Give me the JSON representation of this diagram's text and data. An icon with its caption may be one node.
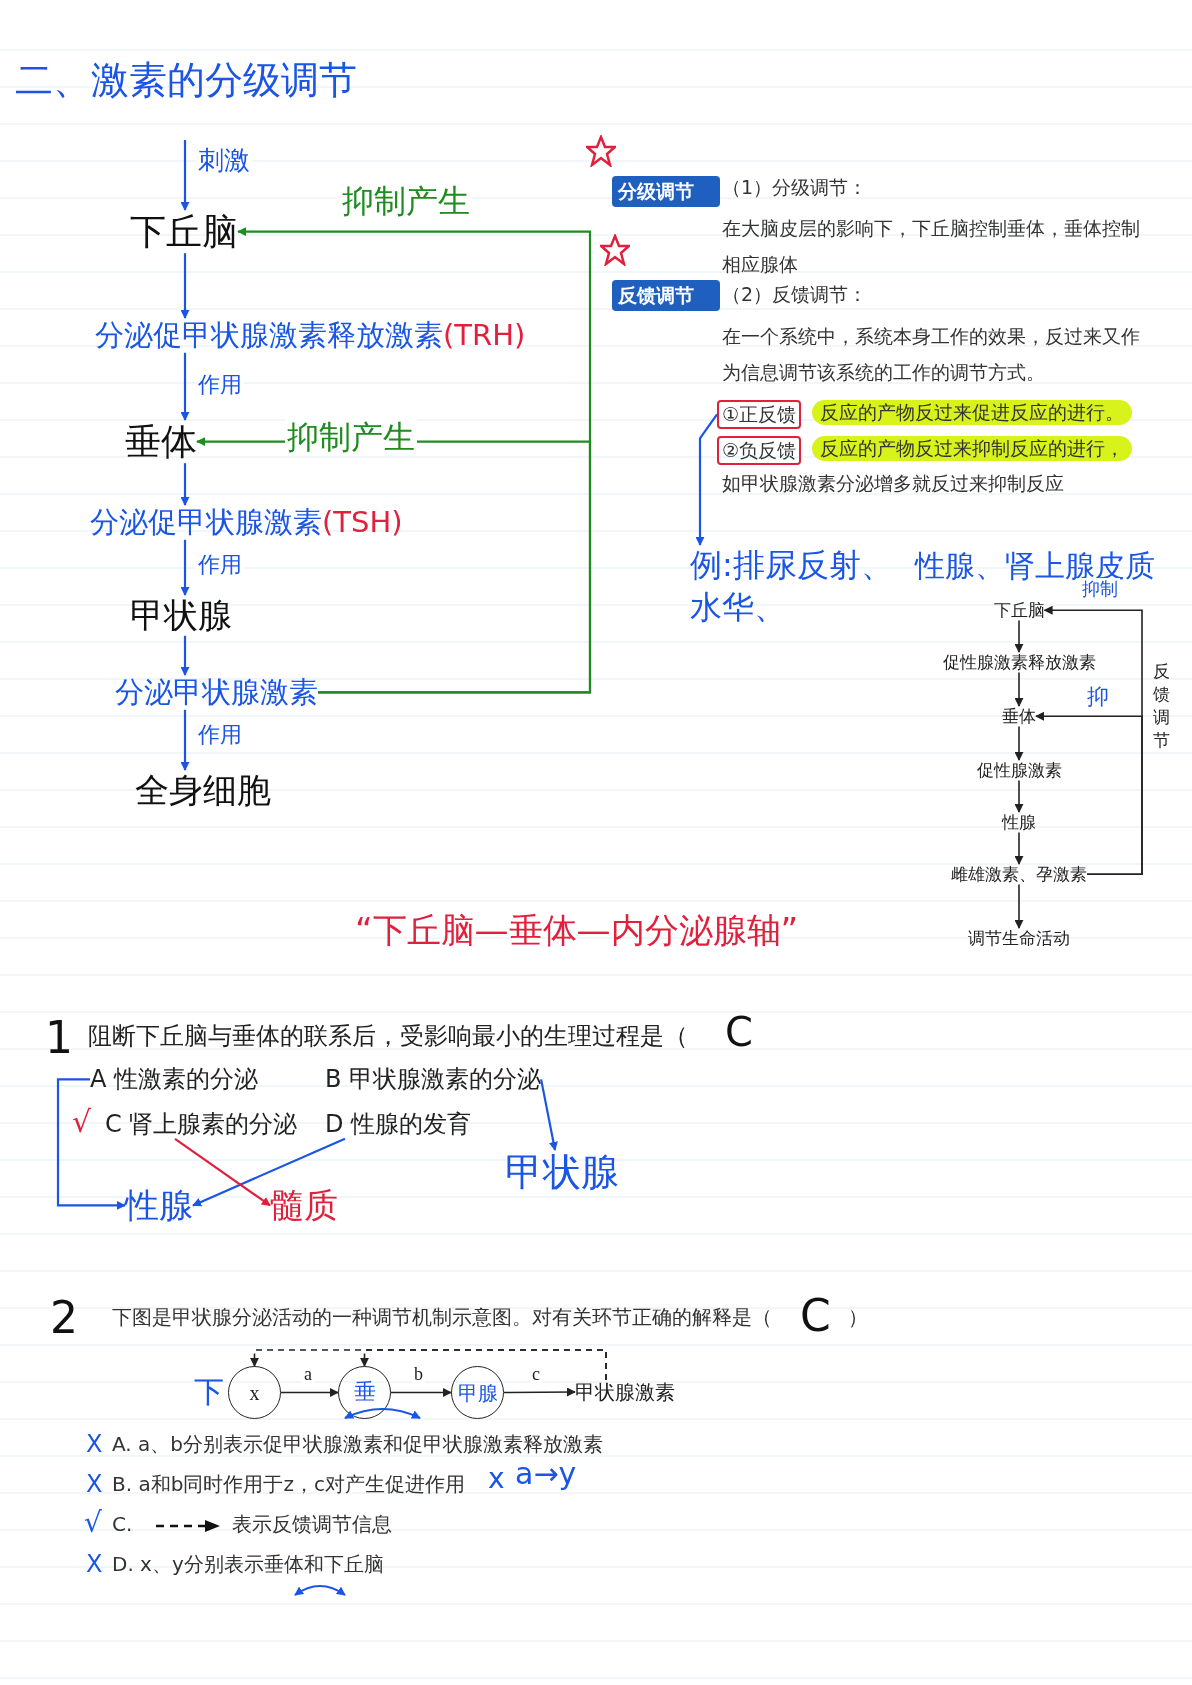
{
  "diagram": {
    "title": "二、激素的分级调节",
    "caption": "“下丘脑—垂体—内分泌腺轴”",
    "nodes": [
      {
        "text": [
          "下丘脑"
        ]
      },
      {
        "text": [
          "分泌促甲状腺激素释放激素",
          "(TRH)"
        ]
      },
      {
        "text": [
          "垂体"
        ]
      },
      {
        "text": [
          "分泌促甲状腺激素",
          "(TSH)"
        ]
      },
      {
        "text": [
          "甲状腺"
        ]
      },
      {
        "text": [
          "分泌甲状腺激素"
        ]
      },
      {
        "text": [
          "全身细胞"
        ]
      },
      {
        "text": [
          "①正反馈"
        ]
      },
      {
        "text": [
          "②负反馈"
        ]
      },
      {
        "text": [
          "例:排尿反射、水华、"
        ]
      },
      {
        "text": [
          "下丘脑"
        ]
      },
      {
        "text": [
          "促性腺激素释放激素"
        ]
      },
      {
        "text": [
          "垂体"
        ]
      },
      {
        "text": [
          "促性腺激素"
        ]
      },
      {
        "text": [
          "性腺"
        ]
      },
      {
        "text": [
          "雌雄激素、孕激素"
        ]
      },
      {
        "text": [
          "调节生命活动"
        ]
      },
      {
        "text": [
          "A 性激素的分泌"
        ]
      },
      {
        "text": [
          "B 甲状腺激素的分泌"
        ]
      },
      {
        "text": [
          "C 肾上腺素的分泌"
        ]
      },
      {
        "text": [
          "D 性腺的发育"
        ]
      },
      {
        "text": [
          "甲状腺"
        ]
      },
      {
        "text": [
          "性腺"
        ]
      },
      {
        "text": [
          "髓质"
        ]
      },
      {
        "text": [
          "x"
        ],
        "beside": [
          "下"
        ]
      },
      {
        "text": [
          "垂"
        ]
      },
      {
        "text": [
          "甲腺"
        ]
      },
      {
        "text": [
          "甲状腺激素"
        ]
      }
    ],
    "edges": [
      {
        "from": null,
        "to": 0,
        "arrow": "to",
        "label": "刺激",
        "color": "#1a55e6"
      },
      {
        "from": 0,
        "to": 1,
        "arrow": "to",
        "color": "#1a55e6"
      },
      {
        "from": 1,
        "to": 2,
        "arrow": "to",
        "label": "作用",
        "color": "#1a55e6"
      },
      {
        "from": 2,
        "to": 3,
        "arrow": "to",
        "color": "#1a55e6"
      },
      {
        "from": 3,
        "to": 4,
        "arrow": "to",
        "label": "作用",
        "color": "#1a55e6"
      },
      {
        "from": 4,
        "to": 5,
        "arrow": "to",
        "color": "#1a55e6"
      },
      {
        "from": 5,
        "to": 6,
        "arrow": "to",
        "label": "作用",
        "color": "#1a55e6"
      },
      {
        "from": 5,
        "to": 0,
        "arrow": "to",
        "label": "抑制产生",
        "color": "#1e8c1e"
      },
      {
        "from": 5,
        "to": 2,
        "arrow": "to",
        "label": "抑制产生",
        "color": "#1e8c1e"
      },
      {
        "from": 7,
        "to": 9,
        "arrow": "to",
        "color": "#1a55e6"
      },
      {
        "from": 10,
        "to": 11,
        "arrow": "to"
      },
      {
        "from": 11,
        "to": 12,
        "arrow": "to"
      },
      {
        "from": 12,
        "to": 13,
        "arrow": "to"
      },
      {
        "from": 13,
        "to": 14,
        "arrow": "to"
      },
      {
        "from": 14,
        "to": 15,
        "arrow": "to"
      },
      {
        "from": 15,
        "to": 16,
        "arrow": "to"
      },
      {
        "from": 15,
        "to": 10,
        "arrow": "to",
        "label": "抑制"
      },
      {
        "from": 15,
        "to": 12,
        "arrow": "to",
        "label": "抑"
      },
      {
        "from": 17,
        "to": 22,
        "arrow": "to",
        "color": "#1a55e6"
      },
      {
        "from": 20,
        "to": 22,
        "arrow": "to",
        "color": "#1a55e6"
      },
      {
        "from": 18,
        "to": 21,
        "arrow": "to",
        "color": "#1a55e6"
      },
      {
        "from": 19,
        "to": 23,
        "arrow": "to",
        "color": "#e0203c"
      },
      {
        "from": 24,
        "to": 25,
        "arrow": "to",
        "label": "a"
      },
      {
        "from": 25,
        "to": 26,
        "arrow": "to",
        "label": "b"
      },
      {
        "from": 26,
        "to": 27,
        "arrow": "to",
        "label": "c"
      },
      {
        "from": 27,
        "to": 24,
        "arrow": "to",
        "style": "dashed"
      },
      {
        "from": 27,
        "to": 25,
        "arrow": "to",
        "style": "dashed"
      }
    ],
    "labels": [
      "分级调节",
      "（1）分级调节：",
      "在大脑皮层的影响下，下丘脑控制垂体，垂体控制相应腺体",
      "反馈调节",
      "（2）反馈调节：",
      "在一个系统中，系统本身工作的效果，反过来又作为信息调节该系统的工作的调节方式。",
      "反应的产物反过来促进反应的进行。",
      "反应的产物反过来抑制反应的进行，",
      "如甲状腺激素分泌增多就反过来抑制反应",
      "性腺、肾上腺皮质",
      "反馈调节",
      "1",
      "阻断下丘脑与垂体的联系后，受影响最小的生理过程是（",
      "C",
      "√",
      "2",
      "下图是甲状腺分泌活动的一种调节机制示意图。对有关环节正确的解释是（",
      "C",
      "）",
      "X",
      "A. a、b分别表示促甲状腺激素和促甲状腺激素释放激素",
      "X",
      "B. a和b同时作用于z，c对产生促进作用",
      "x",
      "a→y",
      "√",
      "C.",
      "表示反馈调节信息",
      "X",
      "D. x、y分别表示垂体和下丘脑"
    ]
  }
}
